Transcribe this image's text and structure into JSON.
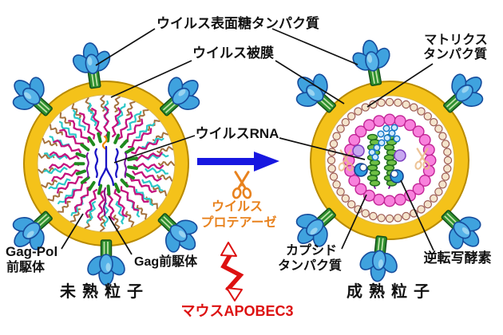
{
  "labels": {
    "surface_glycoprotein": "ウイルス表面糖タンパク質",
    "envelope": "ウイルス被膜",
    "matrix_1": "マトリクス",
    "matrix_2": "タンパク質",
    "viral_rna": "ウイルスRNA",
    "gag_pol_1": "Gag-Pol",
    "gag_pol_2": "前駆体",
    "gag_precursor": "Gag前駆体",
    "capsid_1": "カプシド",
    "capsid_2": "タンパク質",
    "reverse_transcriptase": "逆転写酵素",
    "immature_particle": "未熟粒子",
    "mature_particle": "成熟粒子",
    "viral_protease_1": "ウイルス",
    "viral_protease_2": "プロテアーゼ",
    "mouse_apobec3": "マウスAPOBEC3"
  },
  "icons": {
    "protease_scissors": "✂",
    "maturation_arrow": "➔",
    "apobec_attack_arrow": "↯"
  },
  "colors": {
    "label_text": "#111111",
    "line_black": "#111111",
    "envelope_yellow": "#F4C21A",
    "envelope_edge": "#B88A00",
    "spike_blue": "#3FA2DE",
    "spike_blue_dark": "#164C9C",
    "spike_highlight": "#A6D9F2",
    "stalk_green": "#2F8F2F",
    "stalk_stripe": "#BFE3A8",
    "stalk_edge": "#14501A",
    "gag_magenta": "#C4137E",
    "gag_cyan": "#2BC8C8",
    "gag_brown": "#A4713E",
    "gag_green": "#1F8A1F",
    "rna_blue": "#1A12C4",
    "rna_purple": "#7A10A0",
    "rna_deep": "#8A0E8A",
    "rna_orange": "#F08A00",
    "matrix_bead": "#F4E4CC",
    "matrix_bead_edge": "#9C5A52",
    "capsid_bead": "#F881DC",
    "capsid_bead_edge": "#C22596",
    "helix_green": "#6FBF44",
    "helix_edge": "#1D6B1D",
    "chain_blue_fill": "#CFE9FC",
    "chain_blue_edge": "#1777C8",
    "lavender": "#C8A8F0",
    "lavender_edge": "#7D3FC1",
    "crescent_blue": "#2E9BE0",
    "crescent_edge": "#12408F",
    "arrow_blue": "#1717E0",
    "protease_orange": "#E8821E",
    "scissors_pale": "#EBBA86",
    "apobec_red": "#DD1111"
  }
}
